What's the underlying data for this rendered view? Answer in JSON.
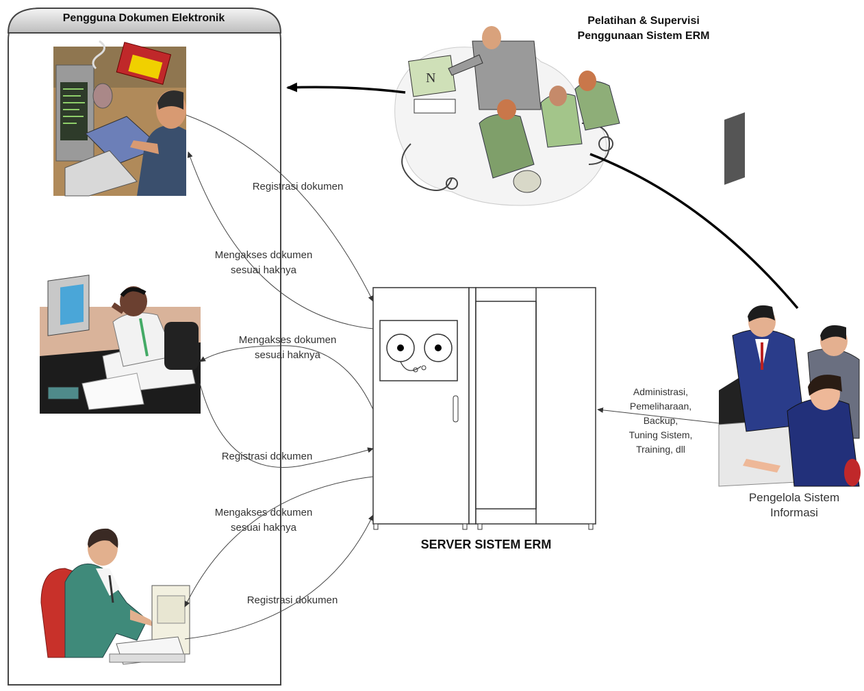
{
  "user_box": {
    "title": "Pengguna Dokumen Elektronik"
  },
  "training": {
    "line1": "Pelatihan & Supervisi",
    "line2": "Penggunaan Sistem ERM"
  },
  "server": {
    "label": "SERVER SISTEM ERM"
  },
  "admin": {
    "label": "Pengelola Sistem Informasi",
    "line1": "Pengelola Sistem",
    "line2": "Informasi"
  },
  "admin_tasks": [
    "Administrasi,",
    "Pemeliharaan,",
    "Backup,",
    "Tuning Sistem,",
    "Training, dll"
  ],
  "flows": {
    "registrasi_1": "Registrasi dokumen",
    "akses_1_line1": "Mengakses dokumen",
    "akses_1_line2": "sesuai haknya",
    "akses_2_line1": "Mengakses dokumen",
    "akses_2_line2": "sesuai haknya",
    "registrasi_2": "Registrasi dokumen",
    "akses_3_line1": "Mengakses dokumen",
    "akses_3_line2": "sesuai haknya",
    "registrasi_3": "Registrasi dokumen"
  }
}
